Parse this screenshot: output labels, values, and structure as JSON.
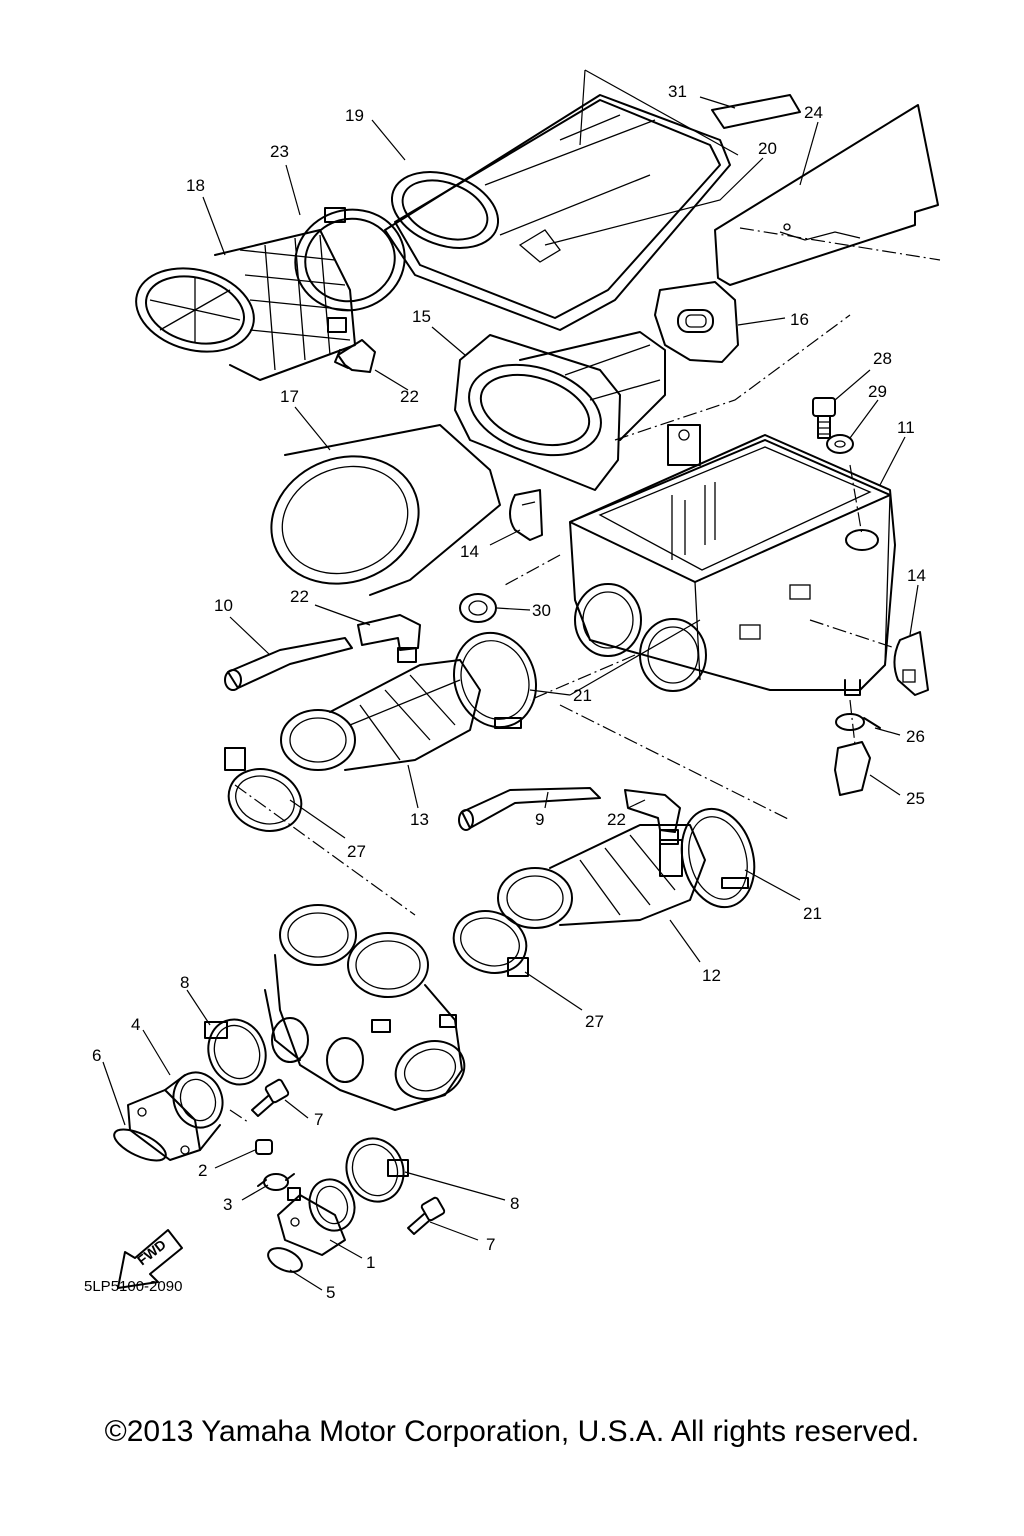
{
  "diagram_code": "5LP5100-2090",
  "fwd_label": "FWD",
  "copyright": "©2013 Yamaha Motor Corporation, U.S.A. All rights reserved.",
  "callouts": [
    {
      "id": "c31",
      "text": "31"
    },
    {
      "id": "c24",
      "text": "24"
    },
    {
      "id": "c19",
      "text": "19"
    },
    {
      "id": "c20",
      "text": "20"
    },
    {
      "id": "c23",
      "text": "23"
    },
    {
      "id": "c18",
      "text": "18"
    },
    {
      "id": "c16",
      "text": "16"
    },
    {
      "id": "c15",
      "text": "15"
    },
    {
      "id": "c28",
      "text": "28"
    },
    {
      "id": "c29",
      "text": "29"
    },
    {
      "id": "c11",
      "text": "11"
    },
    {
      "id": "c17",
      "text": "17"
    },
    {
      "id": "c22a",
      "text": "22"
    },
    {
      "id": "c14a",
      "text": "14"
    },
    {
      "id": "c14b",
      "text": "14"
    },
    {
      "id": "c10",
      "text": "10"
    },
    {
      "id": "c22b",
      "text": "22"
    },
    {
      "id": "c30",
      "text": "30"
    },
    {
      "id": "c21a",
      "text": "21"
    },
    {
      "id": "c26",
      "text": "26"
    },
    {
      "id": "c25",
      "text": "25"
    },
    {
      "id": "c13",
      "text": "13"
    },
    {
      "id": "c9",
      "text": "9"
    },
    {
      "id": "c22c",
      "text": "22"
    },
    {
      "id": "c27a",
      "text": "27"
    },
    {
      "id": "c21b",
      "text": "21"
    },
    {
      "id": "c12",
      "text": "12"
    },
    {
      "id": "c27b",
      "text": "27"
    },
    {
      "id": "c8a",
      "text": "8"
    },
    {
      "id": "c4",
      "text": "4"
    },
    {
      "id": "c6",
      "text": "6"
    },
    {
      "id": "c7a",
      "text": "7"
    },
    {
      "id": "c2",
      "text": "2"
    },
    {
      "id": "c3",
      "text": "3"
    },
    {
      "id": "c8b",
      "text": "8"
    },
    {
      "id": "c7b",
      "text": "7"
    },
    {
      "id": "c1",
      "text": "1"
    },
    {
      "id": "c5",
      "text": "5"
    }
  ]
}
